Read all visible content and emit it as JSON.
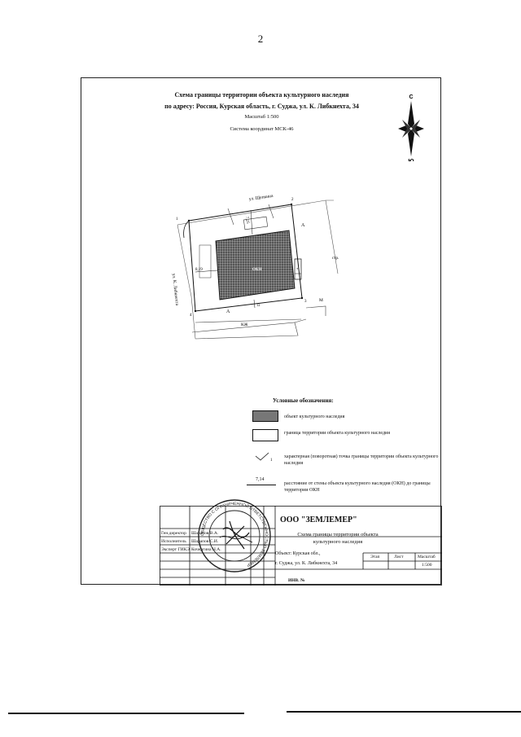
{
  "page_number": "2",
  "title": {
    "line1": "Схема границы территории объекта культурного наследия",
    "line2": "по адресу: Россия, Курская область, г. Суджа, ул. К. Либкнехта, 34",
    "scale": "Масштаб 1:500",
    "coords": "Система координат МСК-46"
  },
  "compass": {
    "north": "С",
    "south": "Ю"
  },
  "plan": {
    "street_top": "ул. Щепкина",
    "street_left": "ул. К. Либкнехта",
    "point_1": "1",
    "point_2": "2",
    "point_3": "3",
    "point_4": "4",
    "dist_top": "7,25",
    "dist_left": "8,19",
    "dist_bottom": "12",
    "dist_right": "7",
    "label_a_top": "А",
    "label_a_bottom": "А",
    "label_m": "М",
    "label_kzh": "КЖ",
    "label_str": "стр.",
    "okn_label": "ОКН"
  },
  "legend": {
    "title": "Условные обозначения:",
    "item1": "объект культурного наследия",
    "item2": "граница территории объекта культурного наследия",
    "item3_mark": "1",
    "item3": "характерная (поворотная) точка границы территории объекта культурного наследия",
    "item4_mark": "7,14",
    "item4": "расстояние от стены объекта культурного наследия (ОКН) до границы территории ОКН"
  },
  "titleblock": {
    "company": "ООО \"ЗЕМЛЕМЕР\"",
    "doc_line1": "Схема границы территории объекта",
    "doc_line2": "культурного наследия",
    "object_line1": "Объект: Курская обл.,",
    "object_line2": "г. Суджа, ул. К. Либкнехта, 34",
    "col_stage": "Этап",
    "col_sheet": "Лист",
    "col_scale": "Масштаб",
    "scale_value": "1:500",
    "inv": "ИНВ. №",
    "role1": "Ген.директор",
    "role2": "Исполнитель",
    "role3": "Эксперт ГИКЭ",
    "name1": "Шарапов В.А.",
    "name2": "Шарапов С.И.",
    "name3": "Кочергина Н.А."
  },
  "seal": {
    "text": "ОБЩЕСТВО С ОГРАНИЧЕННОЙ ОТВЕТСТВЕННОСТЬЮ ЗЕМЛЕМЕР"
  }
}
